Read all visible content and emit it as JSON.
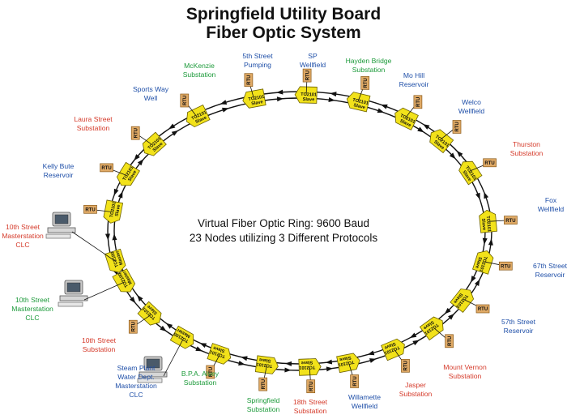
{
  "title": {
    "line1": "Springfield Utility Board",
    "line2": "Fiber Optic System"
  },
  "ring_caption": {
    "line1": "Virtual Fiber Optic Ring: 9600 Baud",
    "line2": "23 Nodes utilizing 3 Different Protocols"
  },
  "colors": {
    "node_fill": "#f2e21a",
    "node_stroke": "#6b6000",
    "rtu_fill": "#e0aa66",
    "rtu_stroke": "#8a5a1a",
    "blue_label": "#1f4fa8",
    "green_label": "#1c9a3a",
    "red_label": "#d53a2a"
  },
  "rtu_label": "RTU",
  "sites": [
    {
      "id": "springfield-substation",
      "type": "slave",
      "label": "TC2101 Slave",
      "lines": [
        "Springfield",
        "Substation"
      ],
      "color": "green_label"
    },
    {
      "id": "bpa-alvey",
      "type": "slave",
      "label": "TC2101 Slave",
      "lines": [
        "B.P.A. Alvey",
        "Substation"
      ],
      "color": "green_label"
    },
    {
      "id": "steam-plant",
      "type": "master",
      "label": "TC2100 Master",
      "lines": [
        "Steam Plant",
        "Water Dept.",
        "Masterstation",
        "CLC"
      ],
      "color": "blue_label",
      "computer": true
    },
    {
      "id": "10th-street-substation",
      "type": "slave",
      "label": "TC2101 Slave",
      "lines": [
        "10th Street",
        "Substation"
      ],
      "color": "red_label"
    },
    {
      "id": "10th-street-green",
      "type": "master",
      "label": "TC2100 Master",
      "lines": [
        "10th Street",
        "Masterstation",
        "CLC"
      ],
      "color": "green_label",
      "computer": true
    },
    {
      "id": "10th-street-red",
      "type": "master",
      "label": "TC2100 Master",
      "lines": [
        "10th Street",
        "Masterstation",
        "CLC"
      ],
      "color": "red_label",
      "computer": true
    },
    {
      "id": "kelly-butte",
      "type": "slave",
      "label": "TC2101 Slave",
      "lines": [
        "Kelly Bute",
        "Reservoir"
      ],
      "color": "blue_label"
    },
    {
      "id": "laura-street",
      "type": "slave",
      "label": "TC2101 Slave",
      "lines": [
        "Laura Street",
        "Substation"
      ],
      "color": "red_label"
    },
    {
      "id": "sports-way",
      "type": "slave",
      "label": "TC2101 Slave",
      "lines": [
        "Sports Way",
        "Well"
      ],
      "color": "blue_label"
    },
    {
      "id": "mckenzie",
      "type": "slave",
      "label": "TC2101 Slave",
      "lines": [
        "McKenzie",
        "Substation"
      ],
      "color": "green_label"
    },
    {
      "id": "5th-street",
      "type": "slave",
      "label": "TC2101 Slave",
      "lines": [
        "5th Street",
        "Pumping"
      ],
      "color": "blue_label"
    },
    {
      "id": "sp-wellfield",
      "type": "slave",
      "label": "TC2101 Slave",
      "lines": [
        "SP",
        "Wellfield"
      ],
      "color": "blue_label"
    },
    {
      "id": "hayden-bridge",
      "type": "slave",
      "label": "TC2101 Slave",
      "lines": [
        "Hayden Bridge",
        "Substation"
      ],
      "color": "green_label"
    },
    {
      "id": "mo-hill",
      "type": "slave",
      "label": "TC2101 Slave",
      "lines": [
        "Mo Hill",
        "Reservoir"
      ],
      "color": "blue_label"
    },
    {
      "id": "welco",
      "type": "slave",
      "label": "TC2101 Slave",
      "lines": [
        "Welco",
        "Wellfield"
      ],
      "color": "blue_label"
    },
    {
      "id": "thurston",
      "type": "slave",
      "label": "TC2101 Slave",
      "lines": [
        "Thurston",
        "Substation"
      ],
      "color": "red_label"
    },
    {
      "id": "fox",
      "type": "slave",
      "label": "TC2101 Slave",
      "lines": [
        "Fox",
        "Wellfield"
      ],
      "color": "blue_label"
    },
    {
      "id": "67th-street",
      "type": "slave",
      "label": "TC2101 Slave",
      "lines": [
        "67th Street",
        "Reservoir"
      ],
      "color": "blue_label"
    },
    {
      "id": "57th-street",
      "type": "slave",
      "label": "TC2101 Slave",
      "lines": [
        "57th Street",
        "Reservoir"
      ],
      "color": "blue_label"
    },
    {
      "id": "mount-vernon",
      "type": "slave",
      "label": "TC2101 Slave",
      "lines": [
        "Mount Vernon",
        "Substation"
      ],
      "color": "red_label"
    },
    {
      "id": "jasper",
      "type": "slave",
      "label": "TC2101 Slave",
      "lines": [
        "Jasper",
        "Substation"
      ],
      "color": "red_label"
    },
    {
      "id": "willamette",
      "type": "slave",
      "label": "TC2101 Slave",
      "lines": [
        "Willamette",
        "Wellfield"
      ],
      "color": "blue_label"
    },
    {
      "id": "18th-street",
      "type": "slave",
      "label": "TC2101 Slave",
      "lines": [
        "18th Street",
        "Substation"
      ],
      "color": "red_label"
    }
  ]
}
